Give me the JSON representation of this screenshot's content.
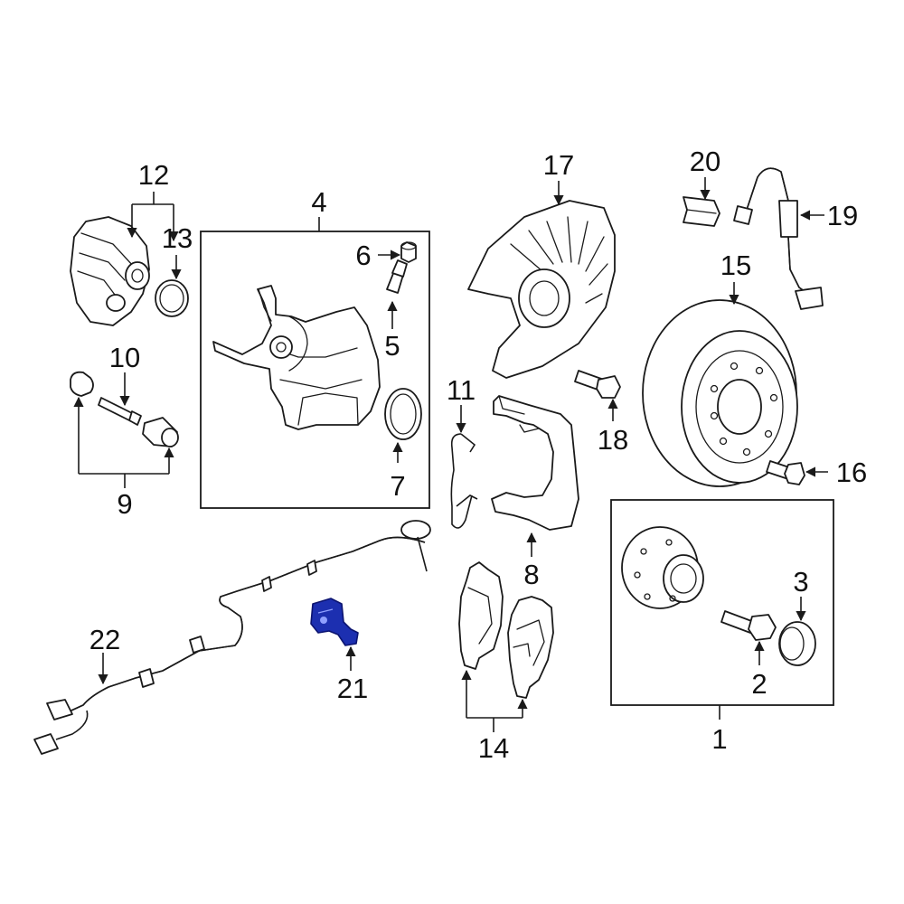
{
  "callouts": {
    "c1": "1",
    "c2": "2",
    "c3": "3",
    "c4": "4",
    "c5": "5",
    "c6": "6",
    "c7": "7",
    "c8": "8",
    "c9": "9",
    "c10": "10",
    "c11": "11",
    "c12": "12",
    "c13": "13",
    "c14": "14",
    "c15": "15",
    "c16": "16",
    "c17": "17",
    "c18": "18",
    "c19": "19",
    "c20": "20",
    "c21": "21",
    "c22": "22"
  },
  "highlighted_part": "21",
  "colors": {
    "line": "#1a1a1a",
    "highlight": "#1c2fb0",
    "background": "#ffffff"
  }
}
